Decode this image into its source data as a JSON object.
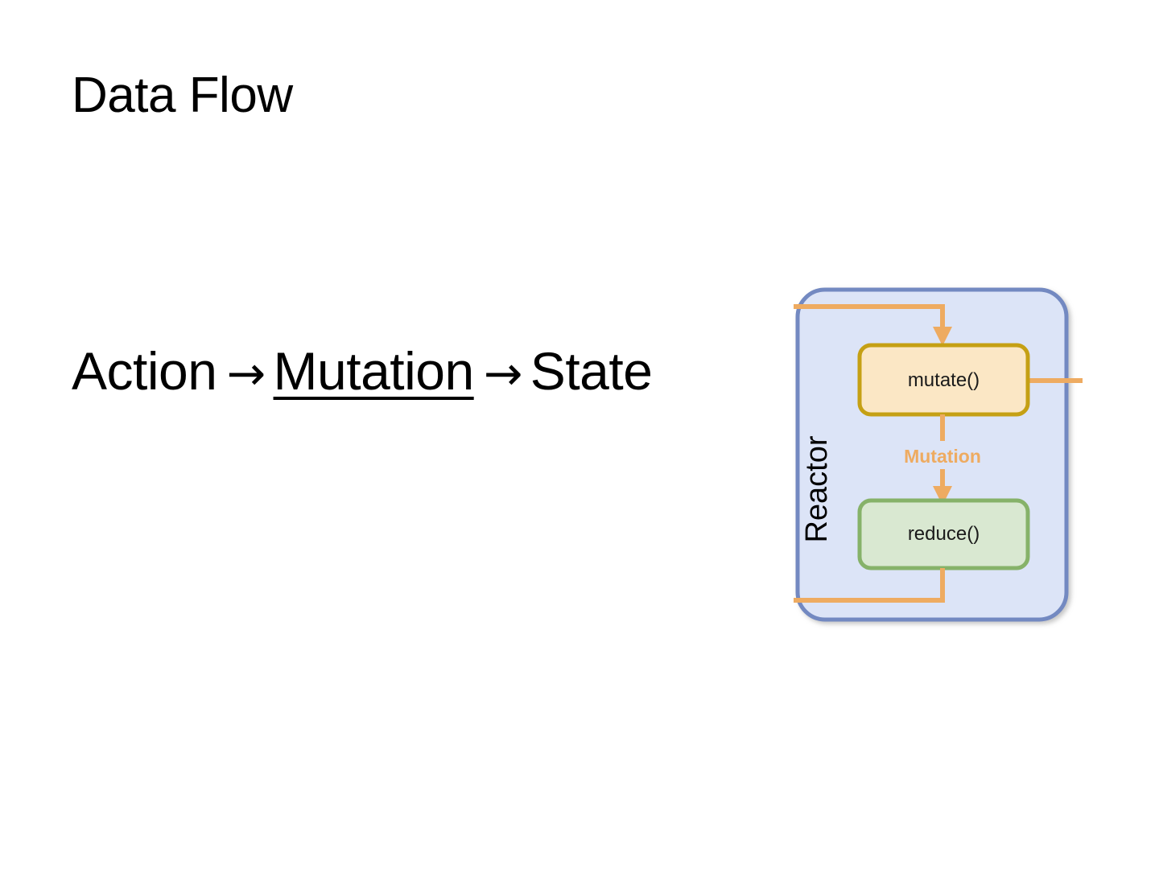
{
  "slide": {
    "title": "Data Flow",
    "background_color": "#ffffff",
    "text_color": "#000000"
  },
  "flow": {
    "term_1": "Action",
    "arrow_1": "→",
    "term_2": "Mutation",
    "arrow_2": "→",
    "term_3": "State",
    "emphasized_term": "Mutation",
    "emphasis_style": "underline"
  },
  "diagram": {
    "container": {
      "label": "Reactor",
      "fill": "#dce4f7",
      "stroke": "#7389c1",
      "label_orientation": "vertical-bottom-to-top"
    },
    "nodes": [
      {
        "id": "mutate",
        "label": "mutate()",
        "fill": "#fbe7c5",
        "stroke": "#c5a014"
      },
      {
        "id": "reduce",
        "label": "reduce()",
        "fill": "#d9e8d1",
        "stroke": "#86b269"
      }
    ],
    "edges": [
      {
        "id": "action-in",
        "label": "",
        "from": "outside-right",
        "to": "mutate",
        "color": "#eeab61"
      },
      {
        "id": "mutation",
        "label": "Mutation",
        "from": "mutate",
        "to": "reduce",
        "color": "#eeab61",
        "label_color": "#eeab61"
      },
      {
        "id": "state-out",
        "label": "",
        "from": "reduce",
        "to": "outside-left-bottom",
        "color": "#eeab61"
      },
      {
        "id": "loop-back",
        "label": "",
        "from": "outside-left-top",
        "to": "mutate",
        "color": "#eeab61"
      }
    ]
  }
}
